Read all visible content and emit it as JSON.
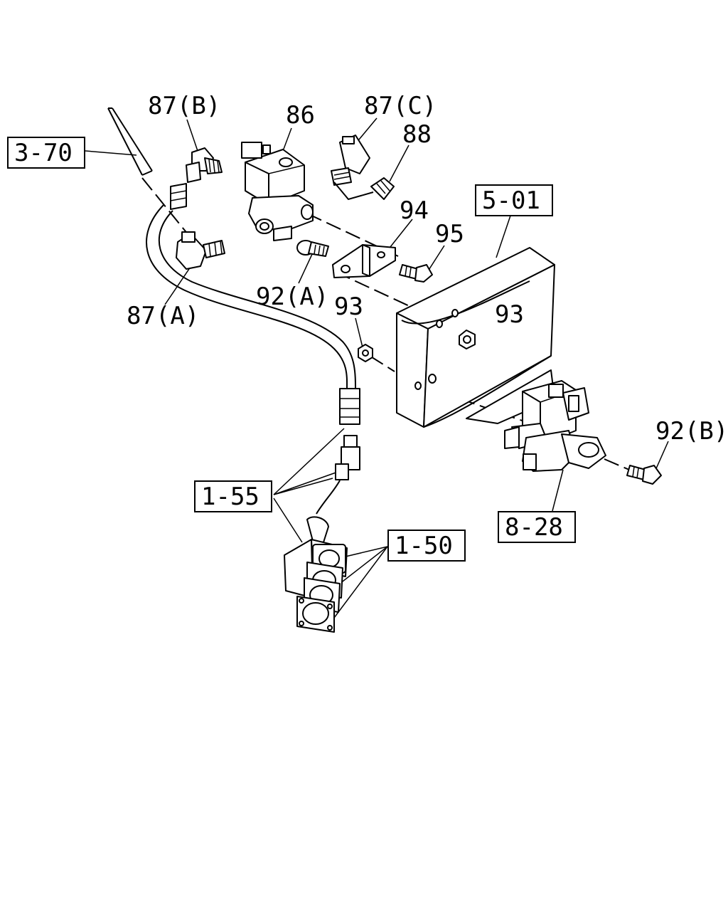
{
  "callouts": {
    "p87b": "87(B)",
    "p86": "86",
    "p87c": "87(C)",
    "p88": "88",
    "p94": "94",
    "p95": "95",
    "p92a": "92(A)",
    "p87a": "87(A)",
    "p93_left": "93",
    "p93_right": "93",
    "p92b": "92(B)"
  },
  "references": {
    "r370": "3-70",
    "r501": "5-01",
    "r155": "1-55",
    "r150": "1-50",
    "r828": "8-28"
  }
}
